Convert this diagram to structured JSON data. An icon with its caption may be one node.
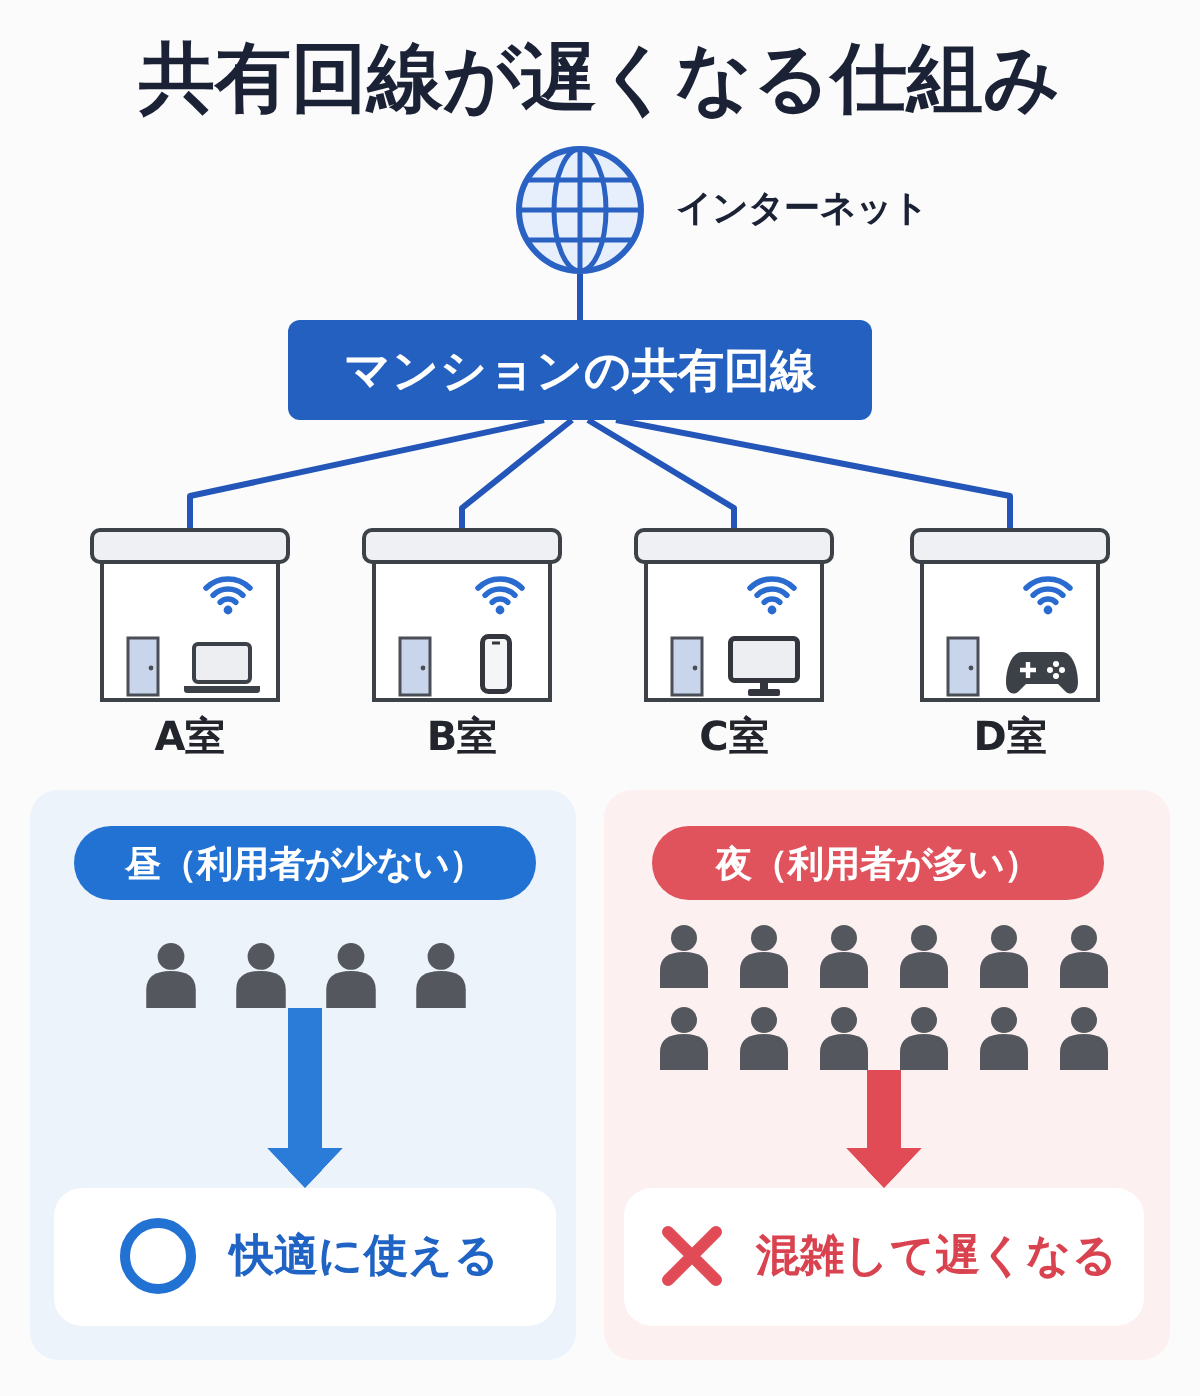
{
  "diagram": {
    "title": "共有回線が遅くなる仕組み",
    "nodes": [
      {
        "text": [],
        "shape": "picture",
        "beside": [
          "インターネット"
        ]
      },
      {
        "text": [
          "マンションの共有回線"
        ]
      },
      {
        "text": [
          "A室"
        ]
      },
      {
        "text": [
          "B室"
        ]
      },
      {
        "text": [
          "C室"
        ]
      },
      {
        "text": [
          "D室"
        ]
      },
      {
        "text": [],
        "shape": "box"
      },
      {
        "text": [
          "昼（利用者が少ない）"
        ],
        "in": 6
      },
      {
        "text": [],
        "shape": "person",
        "in": 6
      },
      {
        "text": [
          "快適に使える"
        ],
        "in": 6
      },
      {
        "text": [],
        "shape": "box"
      },
      {
        "text": [
          "夜（利用者が多い）"
        ],
        "in": 10
      },
      {
        "text": [],
        "shape": "person",
        "in": 10
      },
      {
        "text": [
          "混雑して遅くなる"
        ],
        "in": 10
      }
    ],
    "edges": [
      {
        "from": 0,
        "to": 1,
        "arrow": "none"
      },
      {
        "from": 1,
        "to": 2,
        "arrow": "none"
      },
      {
        "from": 1,
        "to": 3,
        "arrow": "none"
      },
      {
        "from": 1,
        "to": 4,
        "arrow": "none"
      },
      {
        "from": 1,
        "to": 5,
        "arrow": "none"
      },
      {
        "from": 8,
        "to": 9,
        "arrow": "to",
        "style": "thick",
        "color": "#2b7bd8"
      },
      {
        "from": 12,
        "to": 13,
        "arrow": "to",
        "style": "thick",
        "color": "#e04b56"
      }
    ]
  }
}
